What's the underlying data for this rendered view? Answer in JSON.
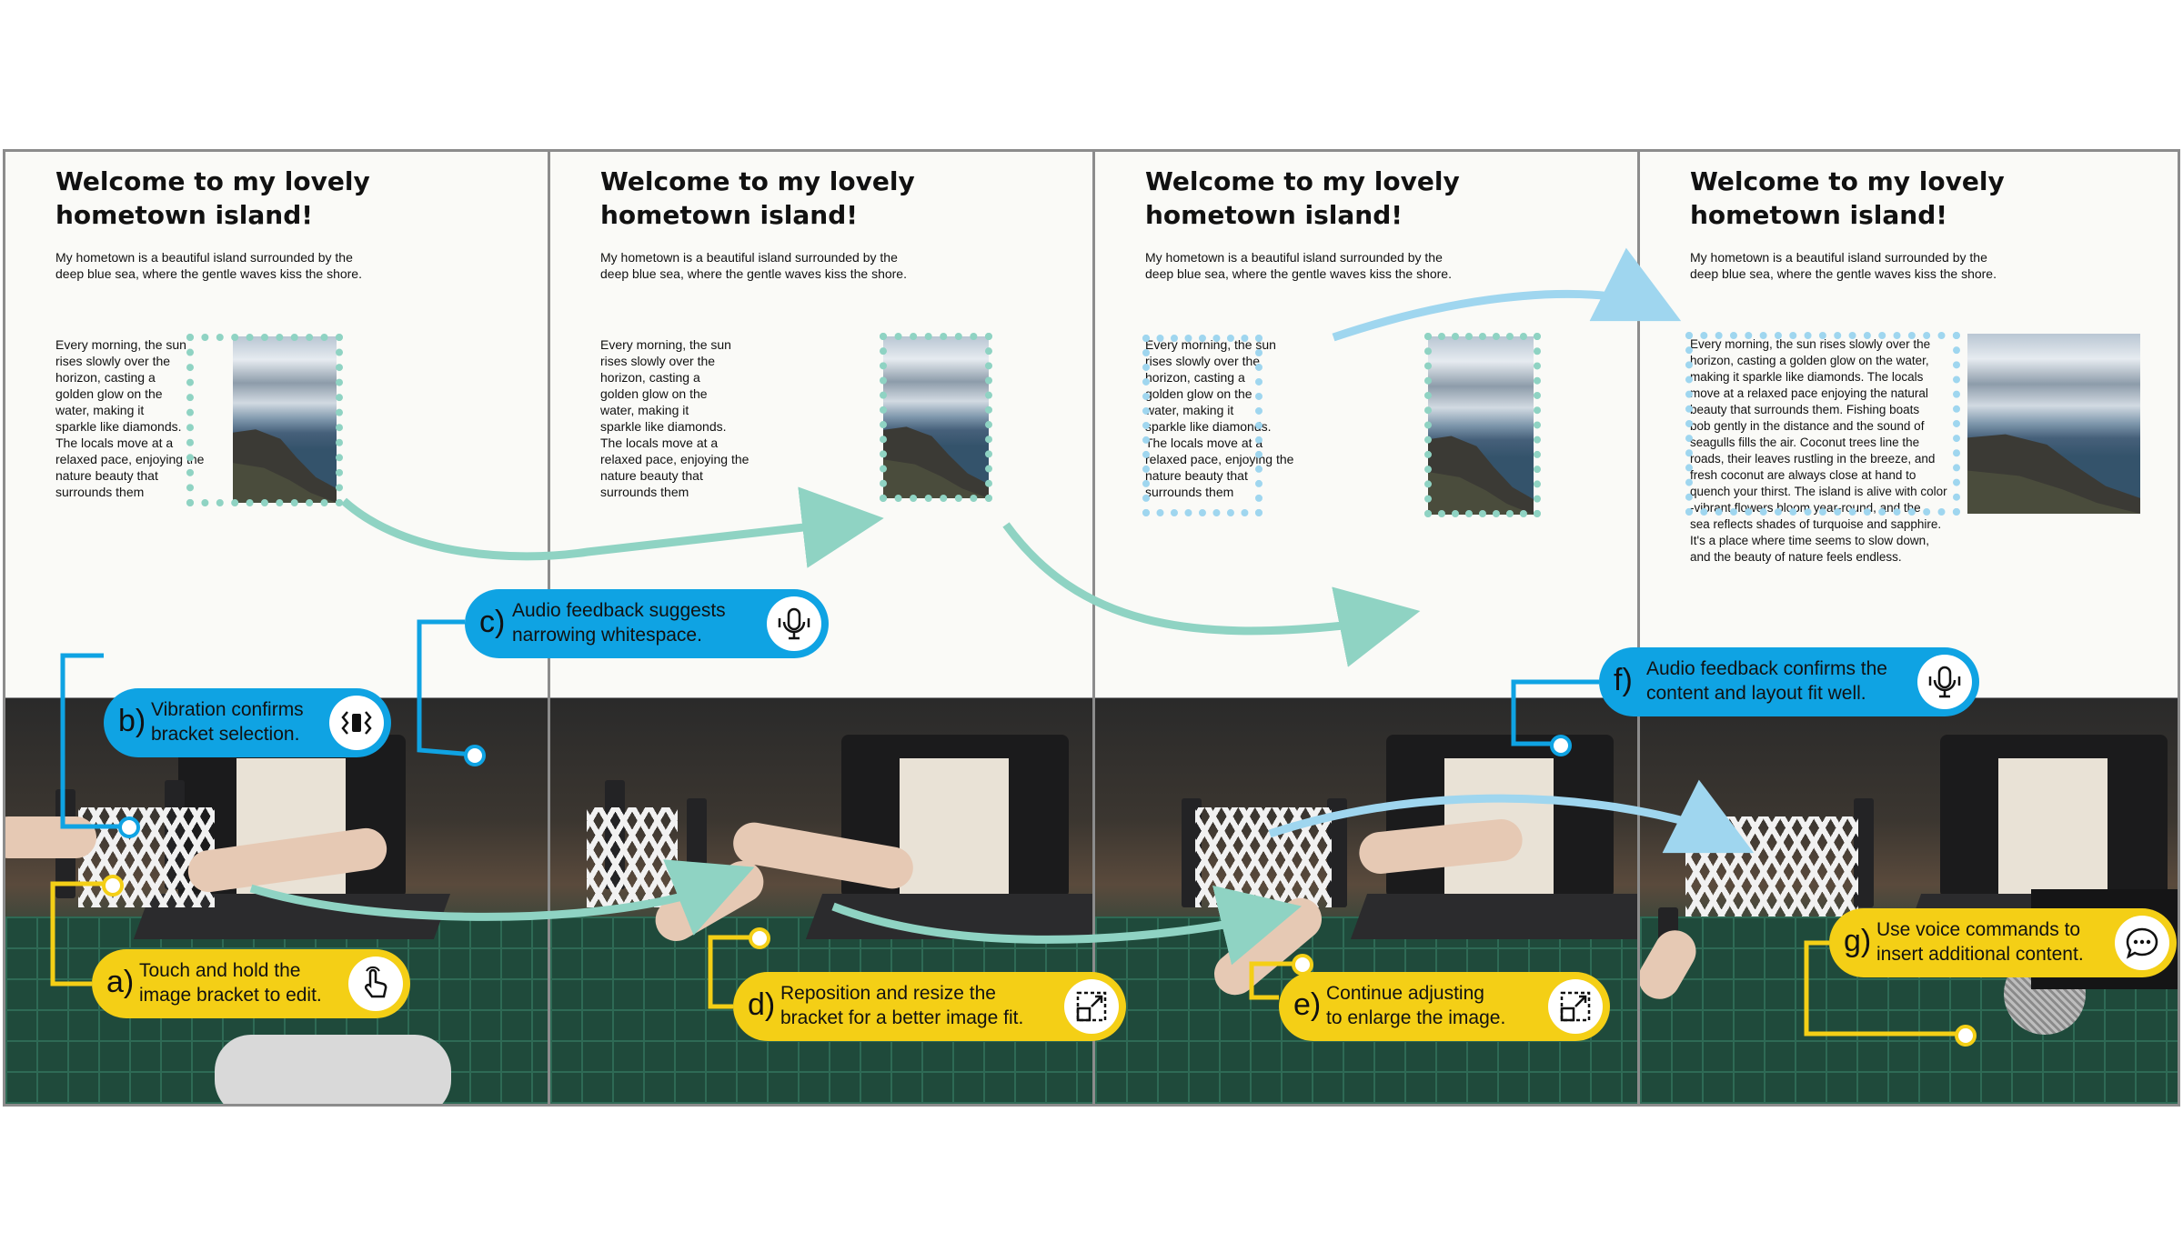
{
  "document": {
    "title": "Welcome to my lovely hometown island!",
    "intro": "My hometown is a beautiful island surrounded by the deep blue sea, where the gentle waves kiss the shore.",
    "body_lines": [
      "Every morning, the sun",
      "rises slowly over the",
      "horizon, casting a",
      "golden glow on the",
      "water, making it",
      "sparkle like diamonds.",
      "The locals move at a",
      "relaxed pace, enjoying the",
      "nature beauty that",
      "surrounds them"
    ],
    "body_lines_expanded": [
      "Every morning, the sun rises slowly over the",
      "horizon, casting a golden glow on the water,",
      "making it sparkle like diamonds. The locals",
      "move at a relaxed pace enjoying the natural",
      "beauty that surrounds them. Fishing boats",
      "bob gently in the distance and the sound of",
      "seagulls fills the air. Coconut trees line the",
      "roads, their leaves rustling in the breeze, and",
      "fresh coconut are always close at hand to",
      "quench your thirst. The island is alive with color",
      "-vibrant flowers bloom year-round, and the",
      "sea reflects shades of turquoise and sapphire.",
      "It's a place where time seems to slow down,",
      "and the beauty of nature feels endless."
    ]
  },
  "callouts": {
    "a": {
      "letter": "a)",
      "text": [
        "Touch and hold the",
        "image bracket to edit."
      ],
      "icon": "touch-hand-icon"
    },
    "b": {
      "letter": "b)",
      "text": [
        "Vibration confirms",
        "bracket selection."
      ],
      "icon": "vibration-icon"
    },
    "c": {
      "letter": "c)",
      "text": [
        "Audio feedback suggests",
        "narrowing whitespace."
      ],
      "icon": "microphone-icon"
    },
    "d": {
      "letter": "d)",
      "text": [
        "Reposition and resize the",
        "bracket for a better image fit."
      ],
      "icon": "resize-icon"
    },
    "e": {
      "letter": "e)",
      "text": [
        "Continue adjusting",
        "to enlarge the image."
      ],
      "icon": "resize-icon"
    },
    "f": {
      "letter": "f)",
      "text": [
        "Audio feedback confirms the",
        "content and layout fit well."
      ],
      "icon": "microphone-icon"
    },
    "g": {
      "letter": "g)",
      "text": [
        "Use voice commands to",
        "insert additional content."
      ],
      "icon": "chat-bubble-icon"
    }
  },
  "colors": {
    "teal": "#8fd3c3",
    "light_blue": "#9fd6ef",
    "callout_blue": "#0fa3e3",
    "callout_yellow": "#f4cf16",
    "frame_gray": "#8c8c8c"
  }
}
